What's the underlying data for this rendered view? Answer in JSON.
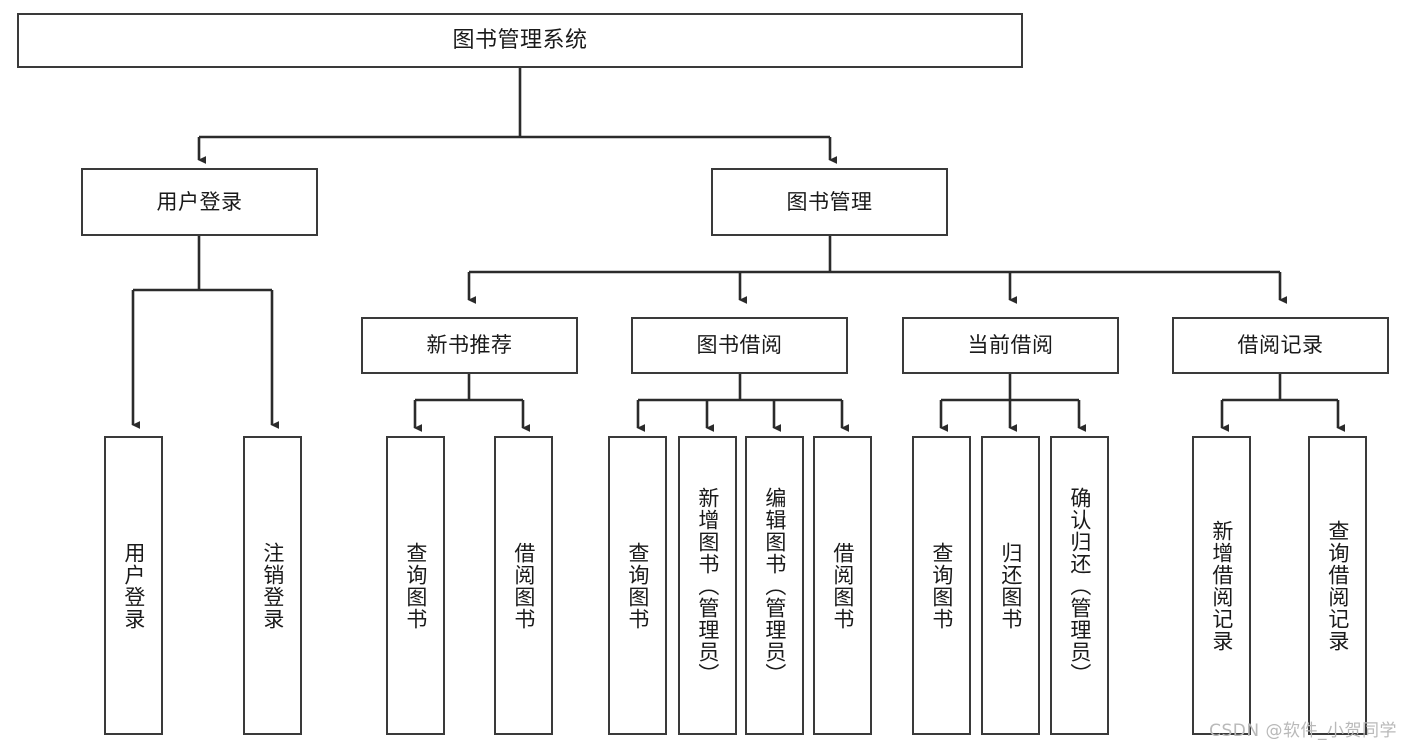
{
  "diagram": {
    "title": "图书管理系统",
    "type": "tree-hierarchy-chart",
    "root": {
      "label": "图书管理系统"
    },
    "level2": [
      {
        "label": "用户登录"
      },
      {
        "label": "图书管理"
      }
    ],
    "level3": [
      {
        "label": "新书推荐"
      },
      {
        "label": "图书借阅"
      },
      {
        "label": "当前借阅"
      },
      {
        "label": "借阅记录"
      }
    ],
    "leaves": {
      "user_login": [
        {
          "label": "用户登录"
        },
        {
          "label": "注销登录"
        }
      ],
      "new_book_recommend": [
        {
          "label": "查询图书"
        },
        {
          "label": "借阅图书"
        }
      ],
      "book_borrow": [
        {
          "label": "查询图书"
        },
        {
          "label": "新增图书（管理员）"
        },
        {
          "label": "编辑图书（管理员）"
        },
        {
          "label": "借阅图书"
        }
      ],
      "current_borrow": [
        {
          "label": "查询图书"
        },
        {
          "label": "归还图书"
        },
        {
          "label": "确认归还（管理员）"
        }
      ],
      "borrow_record": [
        {
          "label": "新增借阅记录"
        },
        {
          "label": "查询借阅记录"
        }
      ]
    }
  },
  "watermark": {
    "text": "CSDN @软件_小贺同学"
  },
  "colors": {
    "box_border": "#3a3a3a",
    "box_fill": "#ffffff",
    "text": "#1a1a1a",
    "connector": "#2b2b2b",
    "watermark": "#b9b9b9"
  }
}
